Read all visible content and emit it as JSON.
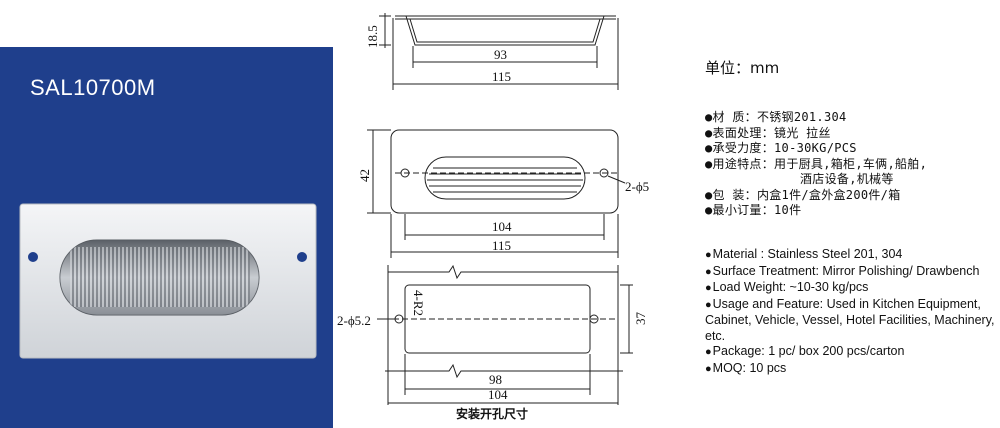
{
  "product": {
    "model": "SAL10700M",
    "panel_color": "#1f3f8c"
  },
  "drawings": {
    "side_view": {
      "height": "18.5",
      "inner_width": "93",
      "outer_width": "115"
    },
    "top_view": {
      "height": "42",
      "hole_spec": "2-ϕ5",
      "pitch": "104",
      "outer_width": "115"
    },
    "cutout_view": {
      "hole_spec": "2-ϕ5.2",
      "corner_radius": "4-R2",
      "height": "37",
      "inner_width": "98",
      "outer_width": "104",
      "caption": "安装开孔尺寸"
    }
  },
  "specs": {
    "unit_label": "单位：mm",
    "cn": [
      {
        "label": "●材    质：",
        "value": "不锈钢201.304"
      },
      {
        "label": "●表面处理：",
        "value": "镜光 拉丝"
      },
      {
        "label": "●承受力度：",
        "value": "10-30KG/PCS"
      },
      {
        "label": "●用途特点：",
        "value": "用于厨具,箱柜,车俩,船舶,"
      },
      {
        "label": "",
        "value": "酒店设备,机械等"
      },
      {
        "label": "●包    装：",
        "value": "内盒1件/盒外盒200件/箱"
      },
      {
        "label": "●最小订量：",
        "value": "10件"
      }
    ],
    "en": [
      "Material : Stainless Steel 201, 304",
      "Surface Treatment: Mirror Polishing/ Drawbench",
      "Load Weight: ~10-30 kg/pcs",
      "Usage and Feature: Used in Kitchen Equipment, Cabinet, Vehicle, Vessel, Hotel Facilities, Machinery, etc.",
      "Package: 1 pc/ box  200 pcs/carton",
      "MOQ: 10 pcs"
    ]
  }
}
